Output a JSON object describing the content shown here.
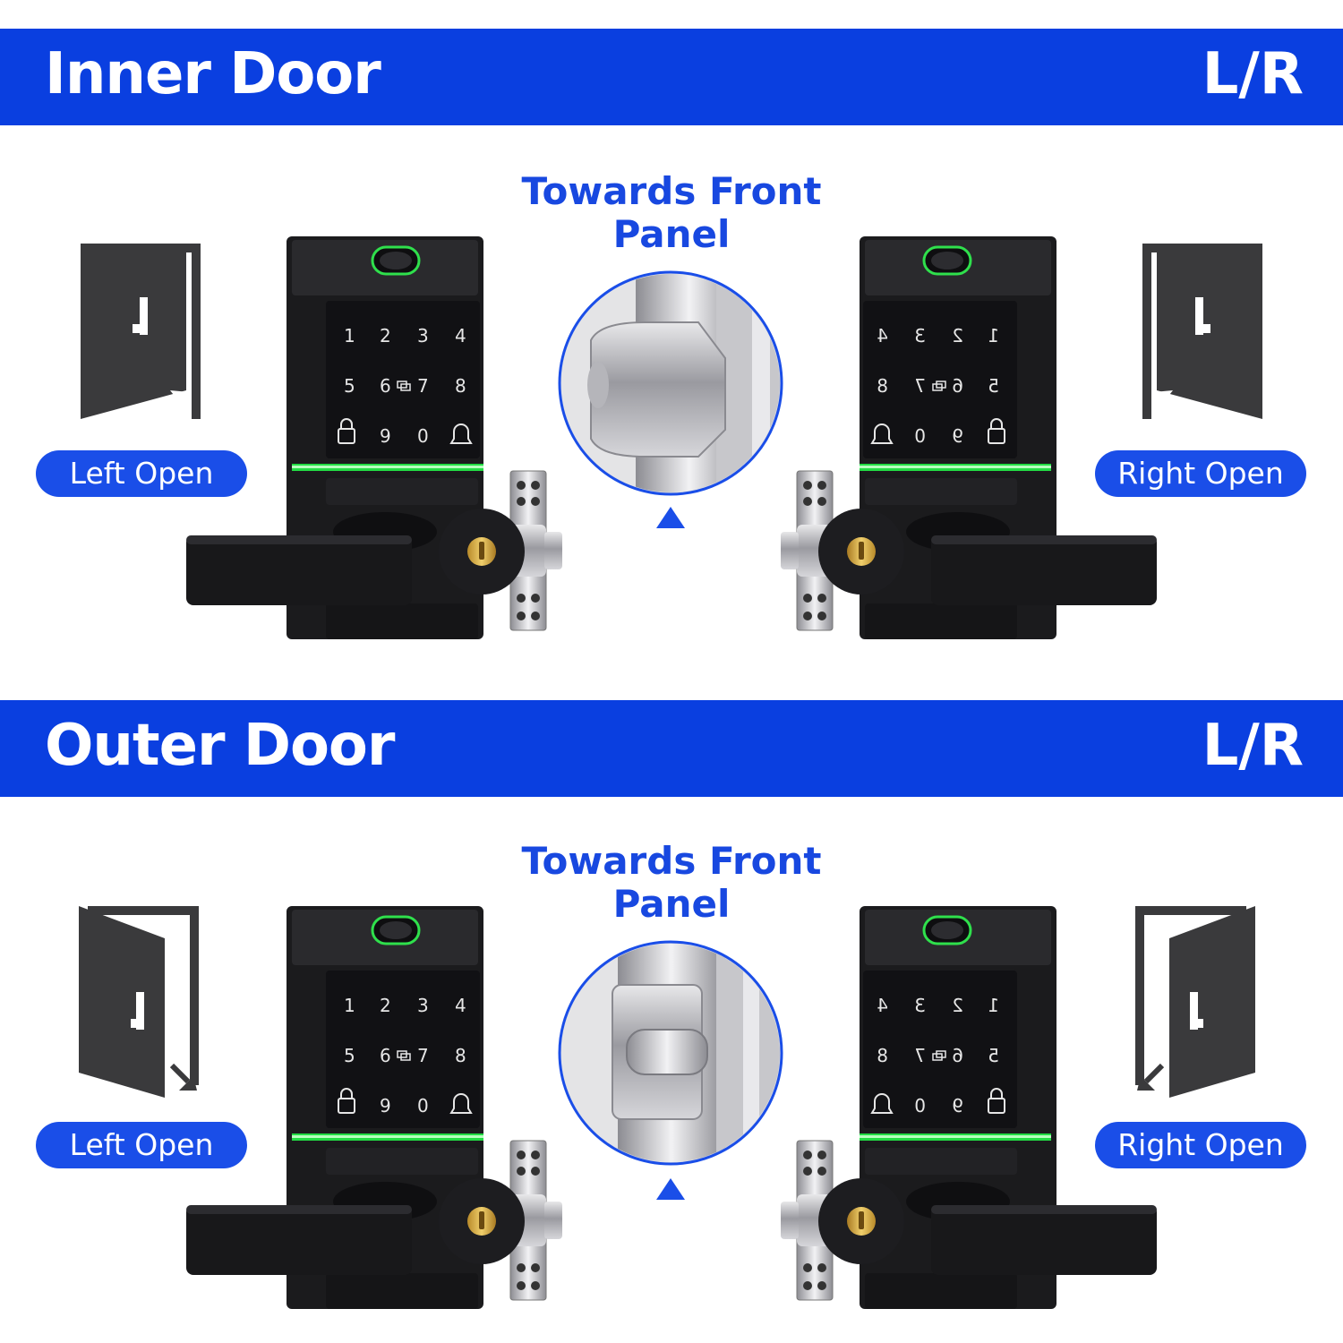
{
  "sections": [
    {
      "title": "Inner Door",
      "lr": "L/R",
      "towards": "Towards Front Panel",
      "left_label": "Left Open",
      "right_label": "Right Open"
    },
    {
      "title": "Outer Door",
      "lr": "L/R",
      "towards": "Towards Front Panel",
      "left_label": "Left Open",
      "right_label": "Right Open"
    }
  ],
  "keypad": {
    "row1": [
      "1",
      "2",
      "3",
      "4"
    ],
    "row2": [
      "5",
      "6",
      "7",
      "8"
    ],
    "row3": [
      "9",
      "0"
    ]
  },
  "colors": {
    "band": "#0a3fe0",
    "accent": "#1a4ee8",
    "led": "#22dd44",
    "lock_body": "#1b1b1d"
  }
}
